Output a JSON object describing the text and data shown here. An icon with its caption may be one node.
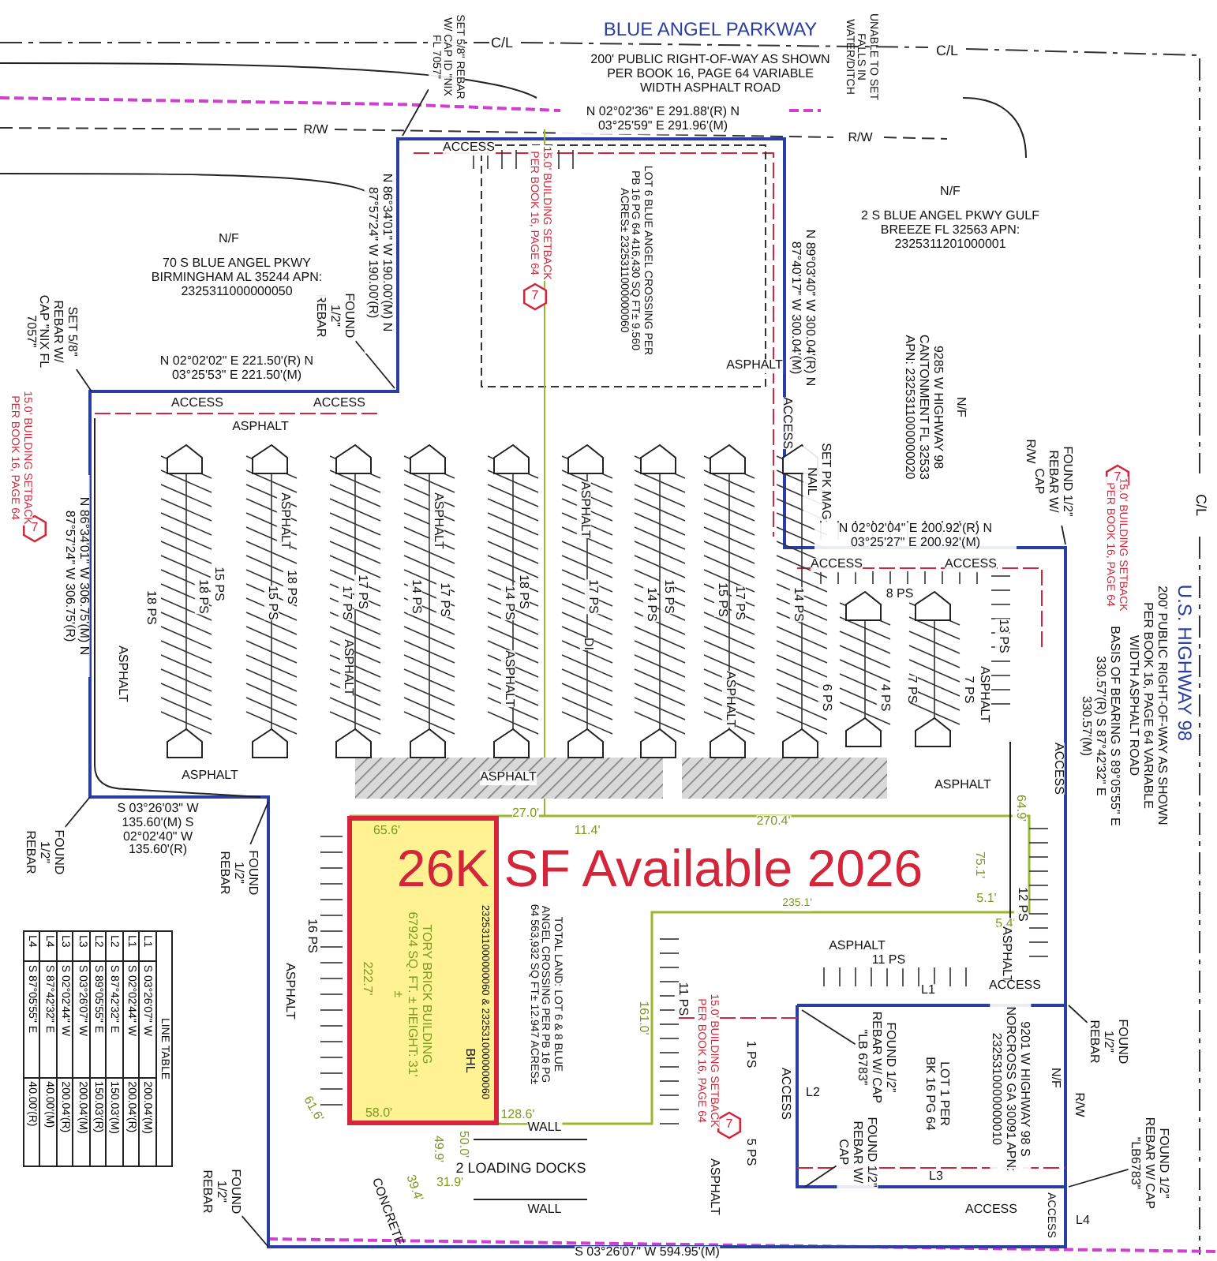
{
  "diagram": {
    "nodes": [
      {
        "text": [
          "TORY BRICK BUILDING 67924 SQ. FT. ± HEIGHT: 31' ±"
        ]
      },
      {
        "text": [
          "SET 5/8\" REBAR W/ CAP ID \"NIX FL 7057\""
        ]
      },
      {
        "text": [
          "FOUND 1/2\" REBAR"
        ]
      },
      {
        "text": [
          "SET 5/8\" REBAR W/ CAP \"NIX FL 7057\""
        ]
      },
      {
        "text": [
          "FOUND 1/2\" REBAR W/ CAP"
        ]
      },
      {
        "text": [
          "FOUND 1/2\" REBAR"
        ]
      },
      {
        "text": [
          "FOUND 1/2\" REBAR"
        ]
      },
      {
        "text": [
          "FOUND 1/2\" REBAR"
        ]
      },
      {
        "text": [
          "FOUND 1/2\" REBAR W/ CAP \"LB 6783\""
        ]
      },
      {
        "text": [
          "FOUND 1/2\" REBAR W/ CAP"
        ]
      },
      {
        "text": [
          "FOUND 1/2\" REBAR"
        ]
      },
      {
        "text": [
          "FOUND 1/2\" REBAR W/ CAP \"LB6783\""
        ]
      }
    ],
    "edges": [
      {
        "from": 1,
        "to": null,
        "arrow": "none"
      },
      {
        "from": 2,
        "to": null,
        "arrow": "none"
      },
      {
        "from": 3,
        "to": null,
        "arrow": "none"
      },
      {
        "from": 4,
        "to": null,
        "arrow": "none"
      },
      {
        "from": 5,
        "to": null,
        "arrow": "none"
      },
      {
        "from": 6,
        "to": null,
        "arrow": "none"
      },
      {
        "from": 7,
        "to": null,
        "arrow": "none"
      },
      {
        "from": 8,
        "to": null,
        "arrow": "none"
      },
      {
        "from": 9,
        "to": null,
        "arrow": "none"
      },
      {
        "from": 10,
        "to": null,
        "arrow": "none"
      },
      {
        "from": 11,
        "to": null,
        "arrow": "none"
      }
    ],
    "labels": [
      "C/L",
      "BLUE ANGEL PARKWAY",
      "C/L",
      "UNABLE TO SET FALLS IN WATER/DITCH",
      "200' PUBLIC RIGHT-OF-WAY AS SHOWN PER BOOK 16, PAGE 64 VARIABLE WIDTH ASPHALT ROAD",
      "R/W",
      "N 02°02'36\" E 291.88'(R) N 03°25'59\" E 291.96'(M)",
      "R/W",
      "ACCESS",
      "15.0' BUILDING SETBACK PER BOOK 16, PAGE 64",
      "7",
      "LOT 6 BLUE ANGEL CROSSING PER PB 16 PG 64 416,430 SQ FT± 9.560 ACRES± 2325311000000060",
      "N/F",
      "70 S BLUE ANGEL PKWY BIRMINGHAM AL 35244 APN: 2325311000000050",
      "N 86°34'01\" W 190.00'(M) N 87°57'24\" W 190.00'(R)",
      "N 02°02'02\" E 221.50'(R) N 03°25'53\" E 221.50'(M)",
      "ACCESS",
      "ACCESS",
      "15.0' BUILDING SETBACK PER BOOK 16, PAGE 64",
      "7",
      "ASPHALT",
      "ASPHALT",
      "N/F",
      "2 S BLUE ANGEL PKWY GULF BREEZE FL 32563 APN: 2325311201000001",
      "N 89°03'40\" W 300.04'(R) N 87°40'17\" W 300.04'(M)",
      "ACCESS",
      "N/F",
      "9285 W HIGHWAY 98 CANTONMENT FL 32533 APN: 2325311000000020",
      "R/W",
      "15.0' BUILDING SETBACK PER BOOK 16, PAGE 64",
      "7",
      "C/L",
      "SET PK MAG NAIL",
      "N 02°02'04\" E 200.92'(R) N 03°25'27\" E 200.92'(M)",
      "ACCESS",
      "ACCESS",
      "8 PS",
      "BASIS OF BEARING S 89°05'55\" E 330.57'(R) S 87°42'32\" E 330.57'(M)",
      "200' PUBLIC RIGHT-OF-WAY AS SHOWN PER BOOK 16, PAGE 64 VARIABLE WIDTH ASPHALT ROAD",
      "U.S. HIGHWAY 98",
      "N 86°34'01\" W 306.75'(M) N 87°57'24\" W 306.75'(R)",
      "18 PS",
      "18 PS",
      "15 PS",
      "15 PS",
      "18 PS",
      "17 PS",
      "17 PS",
      "14 PS",
      "17 PS",
      "14 PS",
      "18 PS",
      "17 PS",
      "DI",
      "14 PS",
      "15 PS",
      "15 PS",
      "17 PS",
      "14 PS",
      "6 PS",
      "4 PS",
      "7 PS",
      "7 PS",
      "13 PS",
      "ASPHALT",
      "ASPHALT",
      "ASPHALT",
      "ASPHALT",
      "ASPHALT",
      "ASPHALT",
      "ASPHALT",
      "ASPHALT",
      "ASPHALT",
      "ASPHALT",
      "ASPHALT",
      "65.6'",
      "27.0'",
      "11.4'",
      "270.4'",
      "64.9'",
      "75.1'",
      "235.1'",
      "5.1'",
      "5.4'",
      "26K SF Available 2026",
      "2325311000000060 & 2325310000000060",
      "TOTAL LAND: LOT 6 & 8 BLUE ANGEL CROSSING PER PB 16 PG 64 563,932 SQ FT± 12.947 ACRES±",
      "222.7'",
      "BHL",
      "161.0'",
      "58.0'",
      "128.6'",
      "61.6'",
      "49.9'",
      "50.0'",
      "31.9'",
      "39.4'",
      "CONCRETE",
      "WALL",
      "2 LOADING DOCKS",
      "WALL",
      "16 PS",
      "ASPHALT",
      "S 03°26'03\" W 135.60'(M) S 02°02'40\" W 135.60'(R)",
      "S 03°26'07\" W 594.95'(M)",
      "ASPHALT",
      "11 PS",
      "12 PS",
      "ASPHALT",
      "ACCESS",
      "11 PS",
      "L1",
      "15.0' BUILDING SETBACK PER BOOK 16, PAGE 64",
      "7",
      "1 PS",
      "ACCESS",
      "L2",
      "LOT 1 PER BK 16 PG 64",
      "N/F",
      "9201 W HIGHWAY 98 S NORCROSS GA 30091 APN: 2325310000000010",
      "5 PS",
      "ASPHALT",
      "L3",
      "ACCESS",
      "ACCESS",
      "L4",
      "R/W",
      "ACCESS",
      "LINE TABLE",
      "L1",
      "S 03°26'07\" W",
      "200.04'(M)",
      "L1",
      "S 02°02'44\" W",
      "200.04'(R)",
      "L2",
      "S 87°42'32\" E",
      "150.03'(M)",
      "L2",
      "S 89°05'55\" E",
      "150.03'(R)",
      "L3",
      "S 03°26'07\" W",
      "200.04'(M)",
      "L3",
      "S 02°02'44\" W",
      "200.04'(R)",
      "L4",
      "S 87°42'32\" E",
      "40.00'(M)",
      "L4",
      "S 87°05'55\" E",
      "40.00'(R)"
    ]
  }
}
